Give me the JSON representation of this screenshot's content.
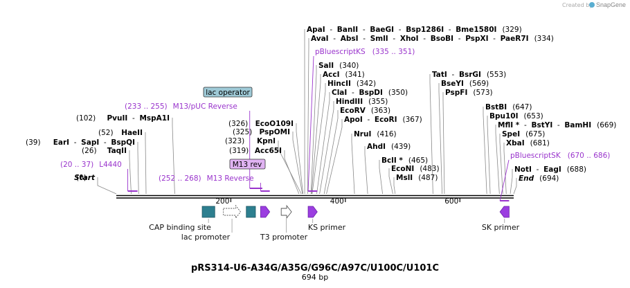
{
  "title": "pRS314-U6-A34G/A35G/G96C/A97C/U100C/U101C",
  "length_label": "694 bp",
  "credit": "Created by",
  "brand": "SnapGene",
  "colors": {
    "primer": "#9933cc",
    "feature": "#2d7f8f",
    "label_box": "#9ec9d6",
    "mrev_box": "#e0b3f2"
  },
  "ticks": [
    {
      "label": "200",
      "pos": 200
    },
    {
      "label": "400",
      "pos": 400
    },
    {
      "label": "600",
      "pos": 600
    }
  ],
  "enzyme_labels": [
    {
      "id": "start",
      "num": "(0)",
      "segs": [
        {
          "t": "Start",
          "b": true,
          "i": true
        }
      ],
      "pos": 0
    },
    {
      "id": "taqii",
      "num": "(26)",
      "segs": [
        {
          "t": "TaqII",
          "b": true
        }
      ],
      "pos": 26
    },
    {
      "id": "ear",
      "num": "(39)",
      "segs": [
        {
          "t": "EarI",
          "b": true
        },
        {
          "t": "  -  "
        },
        {
          "t": "SapI",
          "b": true
        },
        {
          "t": "  -  "
        },
        {
          "t": "BspQI",
          "b": true
        }
      ],
      "pos": 39
    },
    {
      "id": "haeii",
      "num": "(52)",
      "segs": [
        {
          "t": "HaeII",
          "b": true
        }
      ],
      "pos": 52
    },
    {
      "id": "pvuii",
      "num": "(102)",
      "segs": [
        {
          "t": "PvuII",
          "b": true
        },
        {
          "t": "  -  "
        },
        {
          "t": "MspA1I",
          "b": true
        }
      ],
      "pos": 102
    },
    {
      "id": "acc65",
      "num": "(319)",
      "segs": [
        {
          "t": "Acc65I",
          "b": true
        }
      ],
      "pos": 319
    },
    {
      "id": "kpni",
      "num": "(323)",
      "segs": [
        {
          "t": "KpnI",
          "b": true
        }
      ],
      "pos": 323
    },
    {
      "id": "pspomi",
      "num": "(325)",
      "segs": [
        {
          "t": "PspOMI",
          "b": true
        }
      ],
      "pos": 325
    },
    {
      "id": "ecoo109",
      "num": "(326)",
      "segs": [
        {
          "t": "EcoO109I",
          "b": true
        }
      ],
      "pos": 326
    },
    {
      "id": "apai",
      "segs": [
        {
          "t": "ApaI",
          "b": true
        },
        {
          "t": "  -  "
        },
        {
          "t": "BanII",
          "b": true
        },
        {
          "t": "  -  "
        },
        {
          "t": "BaeGI",
          "b": true
        },
        {
          "t": "  -  "
        },
        {
          "t": "Bsp1286I",
          "b": true
        },
        {
          "t": "  -  "
        },
        {
          "t": "Bme1580I",
          "b": true
        }
      ],
      "num_after": "(329)",
      "pos": 329
    },
    {
      "id": "avai",
      "segs": [
        {
          "t": "AvaI",
          "b": true
        },
        {
          "t": "  -  "
        },
        {
          "t": "AbsI",
          "b": true
        },
        {
          "t": "  -  "
        },
        {
          "t": "SmlI",
          "b": true
        },
        {
          "t": "  -  "
        },
        {
          "t": "XhoI",
          "b": true
        },
        {
          "t": "  -  "
        },
        {
          "t": "BsoBI",
          "b": true
        },
        {
          "t": "  -  "
        },
        {
          "t": "PspXI",
          "b": true
        },
        {
          "t": "  -  "
        },
        {
          "t": "PaeR7I",
          "b": true
        }
      ],
      "num_after": "(334)",
      "pos": 334
    },
    {
      "id": "sali",
      "segs": [
        {
          "t": "SalI",
          "b": true
        }
      ],
      "num_after": "(340)",
      "pos": 340
    },
    {
      "id": "acci",
      "segs": [
        {
          "t": "AccI",
          "b": true
        }
      ],
      "num_after": "(341)",
      "pos": 341
    },
    {
      "id": "hincii",
      "segs": [
        {
          "t": "HincII",
          "b": true
        }
      ],
      "num_after": "(342)",
      "pos": 342
    },
    {
      "id": "clai",
      "segs": [
        {
          "t": "ClaI",
          "b": true
        },
        {
          "t": "  -  "
        },
        {
          "t": "BspDI",
          "b": true
        }
      ],
      "num_after": "(350)",
      "pos": 350
    },
    {
      "id": "hindiii",
      "segs": [
        {
          "t": "HindIII",
          "b": true
        }
      ],
      "num_after": "(355)",
      "pos": 355
    },
    {
      "id": "ecorv",
      "segs": [
        {
          "t": "EcoRV",
          "b": true
        }
      ],
      "num_after": "(363)",
      "pos": 363
    },
    {
      "id": "apoi",
      "segs": [
        {
          "t": "ApoI",
          "b": true
        },
        {
          "t": "  -  "
        },
        {
          "t": "EcoRI",
          "b": true
        }
      ],
      "num_after": "(367)",
      "pos": 367
    },
    {
      "id": "nrui",
      "segs": [
        {
          "t": "NruI",
          "b": true
        }
      ],
      "num_after": "(416)",
      "pos": 416
    },
    {
      "id": "ahdi",
      "segs": [
        {
          "t": "AhdI",
          "b": true
        }
      ],
      "num_after": "(439)",
      "pos": 439
    },
    {
      "id": "bcli",
      "segs": [
        {
          "t": "BclI *",
          "b": true
        }
      ],
      "num_after": "(465)",
      "pos": 465
    },
    {
      "id": "econi",
      "segs": [
        {
          "t": "EcoNI",
          "b": true
        }
      ],
      "num_after": "(483)",
      "pos": 483
    },
    {
      "id": "msli",
      "segs": [
        {
          "t": "MslI",
          "b": true
        }
      ],
      "num_after": "(487)",
      "pos": 487
    },
    {
      "id": "tati",
      "segs": [
        {
          "t": "TatI",
          "b": true
        },
        {
          "t": "  -  "
        },
        {
          "t": "BsrGI",
          "b": true
        }
      ],
      "num_after": "(553)",
      "pos": 553
    },
    {
      "id": "bseyi",
      "segs": [
        {
          "t": "BseYI",
          "b": true
        }
      ],
      "num_after": "(569)",
      "pos": 569
    },
    {
      "id": "pspfi",
      "segs": [
        {
          "t": "PspFI",
          "b": true
        }
      ],
      "num_after": "(573)",
      "pos": 573
    },
    {
      "id": "bstbi",
      "segs": [
        {
          "t": "BstBI",
          "b": true
        }
      ],
      "num_after": "(647)",
      "pos": 647
    },
    {
      "id": "bpu10i",
      "segs": [
        {
          "t": "Bpu10I",
          "b": true
        }
      ],
      "num_after": "(653)",
      "pos": 653
    },
    {
      "id": "mfli",
      "segs": [
        {
          "t": "MflI *",
          "b": true
        },
        {
          "t": "  -  "
        },
        {
          "t": "BstYI",
          "b": true
        },
        {
          "t": "  -  "
        },
        {
          "t": "BamHI",
          "b": true
        }
      ],
      "num_after": "(669)",
      "pos": 669
    },
    {
      "id": "spei",
      "segs": [
        {
          "t": "SpeI",
          "b": true
        }
      ],
      "num_after": "(675)",
      "pos": 675
    },
    {
      "id": "xbai",
      "segs": [
        {
          "t": "XbaI",
          "b": true
        }
      ],
      "num_after": "(681)",
      "pos": 681
    },
    {
      "id": "noti",
      "segs": [
        {
          "t": "NotI",
          "b": true
        },
        {
          "t": "  -  "
        },
        {
          "t": "EagI",
          "b": true
        }
      ],
      "num_after": "(688)",
      "pos": 688
    },
    {
      "id": "end",
      "segs": [
        {
          "t": "End",
          "b": true,
          "i": true
        }
      ],
      "num_after": "(694)",
      "pos": 694
    }
  ],
  "primers": [
    {
      "id": "l4440",
      "range": "(20 .. 37)",
      "name": "L4440",
      "start": 20,
      "end": 37
    },
    {
      "id": "m13puc",
      "range": "(233 .. 255)",
      "name": "M13/pUC Reverse",
      "start": 233,
      "end": 255
    },
    {
      "id": "m13rev",
      "range": "(252 .. 268)",
      "name": "M13 Reverse",
      "start": 252,
      "end": 268
    },
    {
      "id": "pbks",
      "name": "pBluescriptKS",
      "range": "(335 .. 351)",
      "start": 335,
      "end": 351
    },
    {
      "id": "pbsk",
      "name": "pBluescriptSK",
      "range": "(670 .. 686)",
      "start": 670,
      "end": 686
    }
  ],
  "boxed_labels": [
    {
      "id": "lac-operator",
      "text": "lac operator"
    },
    {
      "id": "m13-rev",
      "text": "M13 rev"
    }
  ],
  "features": [
    {
      "id": "cap",
      "label": "CAP binding site",
      "start": 150,
      "end": 172,
      "kind": "box"
    },
    {
      "id": "lacprom",
      "label": "lac promoter",
      "start": 187,
      "end": 217,
      "kind": "arrow-open"
    },
    {
      "id": "lacop",
      "label": "",
      "start": 227,
      "end": 243,
      "kind": "box"
    },
    {
      "id": "m13revf",
      "label": "",
      "start": 252,
      "end": 268,
      "kind": "arrow-purple"
    },
    {
      "id": "t3",
      "label": "T3 promoter",
      "start": 288,
      "end": 306,
      "kind": "arrow-open"
    },
    {
      "id": "ks",
      "label": "KS primer",
      "start": 335,
      "end": 351,
      "kind": "arrow-purple"
    },
    {
      "id": "sk",
      "label": "SK primer",
      "start": 670,
      "end": 686,
      "kind": "arrow-purple-rev"
    }
  ]
}
